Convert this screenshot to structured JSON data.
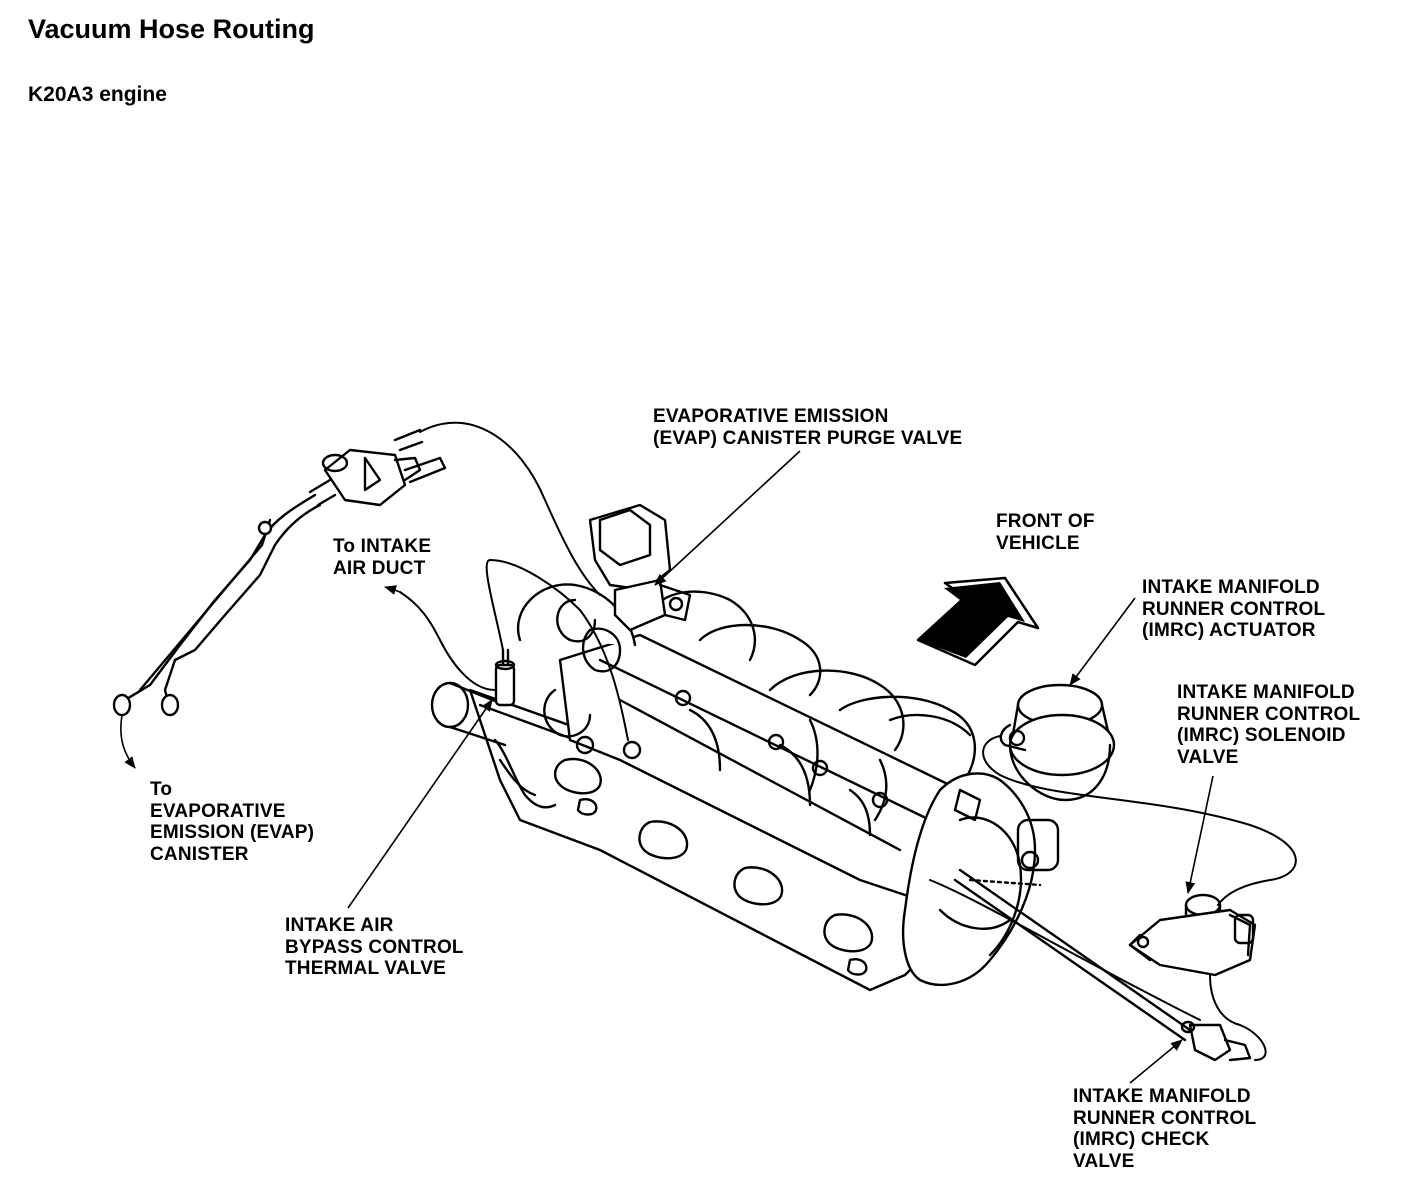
{
  "header": {
    "title": "Vacuum Hose Routing",
    "subtitle": "K20A3 engine"
  },
  "callouts": {
    "evap_purge_valve": [
      "EVAPORATIVE EMISSION",
      "(EVAP) CANISTER PURGE VALVE"
    ],
    "front_of_vehicle": [
      "FRONT OF",
      "VEHICLE"
    ],
    "imrc_actuator": [
      "INTAKE MANIFOLD",
      "RUNNER CONTROL",
      "(IMRC) ACTUATOR"
    ],
    "imrc_solenoid": [
      "INTAKE MANIFOLD",
      "RUNNER CONTROL",
      "(IMRC) SOLENOID",
      "VALVE"
    ],
    "to_intake_air_duct": [
      "To INTAKE",
      "AIR DUCT"
    ],
    "to_evap_canister": [
      "To",
      "EVAPORATIVE",
      "EMISSION (EVAP)",
      "CANISTER"
    ],
    "bypass_thermal_valve": [
      "INTAKE AIR",
      "BYPASS CONTROL",
      "THERMAL VALVE"
    ],
    "imrc_check_valve": [
      "INTAKE MANIFOLD",
      "RUNNER CONTROL",
      "(IMRC) CHECK",
      "VALVE"
    ]
  },
  "icons": {
    "front_arrow": "bold-arrow-icon"
  }
}
